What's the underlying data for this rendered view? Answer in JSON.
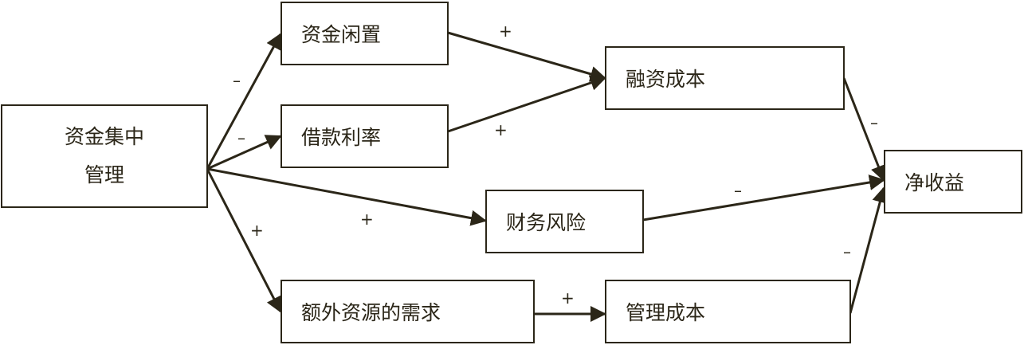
{
  "nodes": {
    "central_mgmt_line1": "资金集中",
    "central_mgmt_line2": "管理",
    "idle_funds": "资金闲置",
    "loan_rate": "借款利率",
    "financing_cost": "融资成本",
    "financial_risk": "财务风险",
    "extra_resource_demand": "额外资源的需求",
    "management_cost": "管理成本",
    "net_income": "净收益"
  },
  "signs": {
    "central_to_idle": "–",
    "central_to_rate": "–",
    "central_to_risk": "+",
    "central_to_demand": "+",
    "idle_to_cost": "+",
    "rate_to_cost": "+",
    "cost_to_income": "–",
    "risk_to_income": "–",
    "mgmtcost_to_income": "–",
    "demand_to_mgmtcost": "+"
  },
  "colors": {
    "ink": "#2b2618",
    "background": "#ffffff"
  }
}
